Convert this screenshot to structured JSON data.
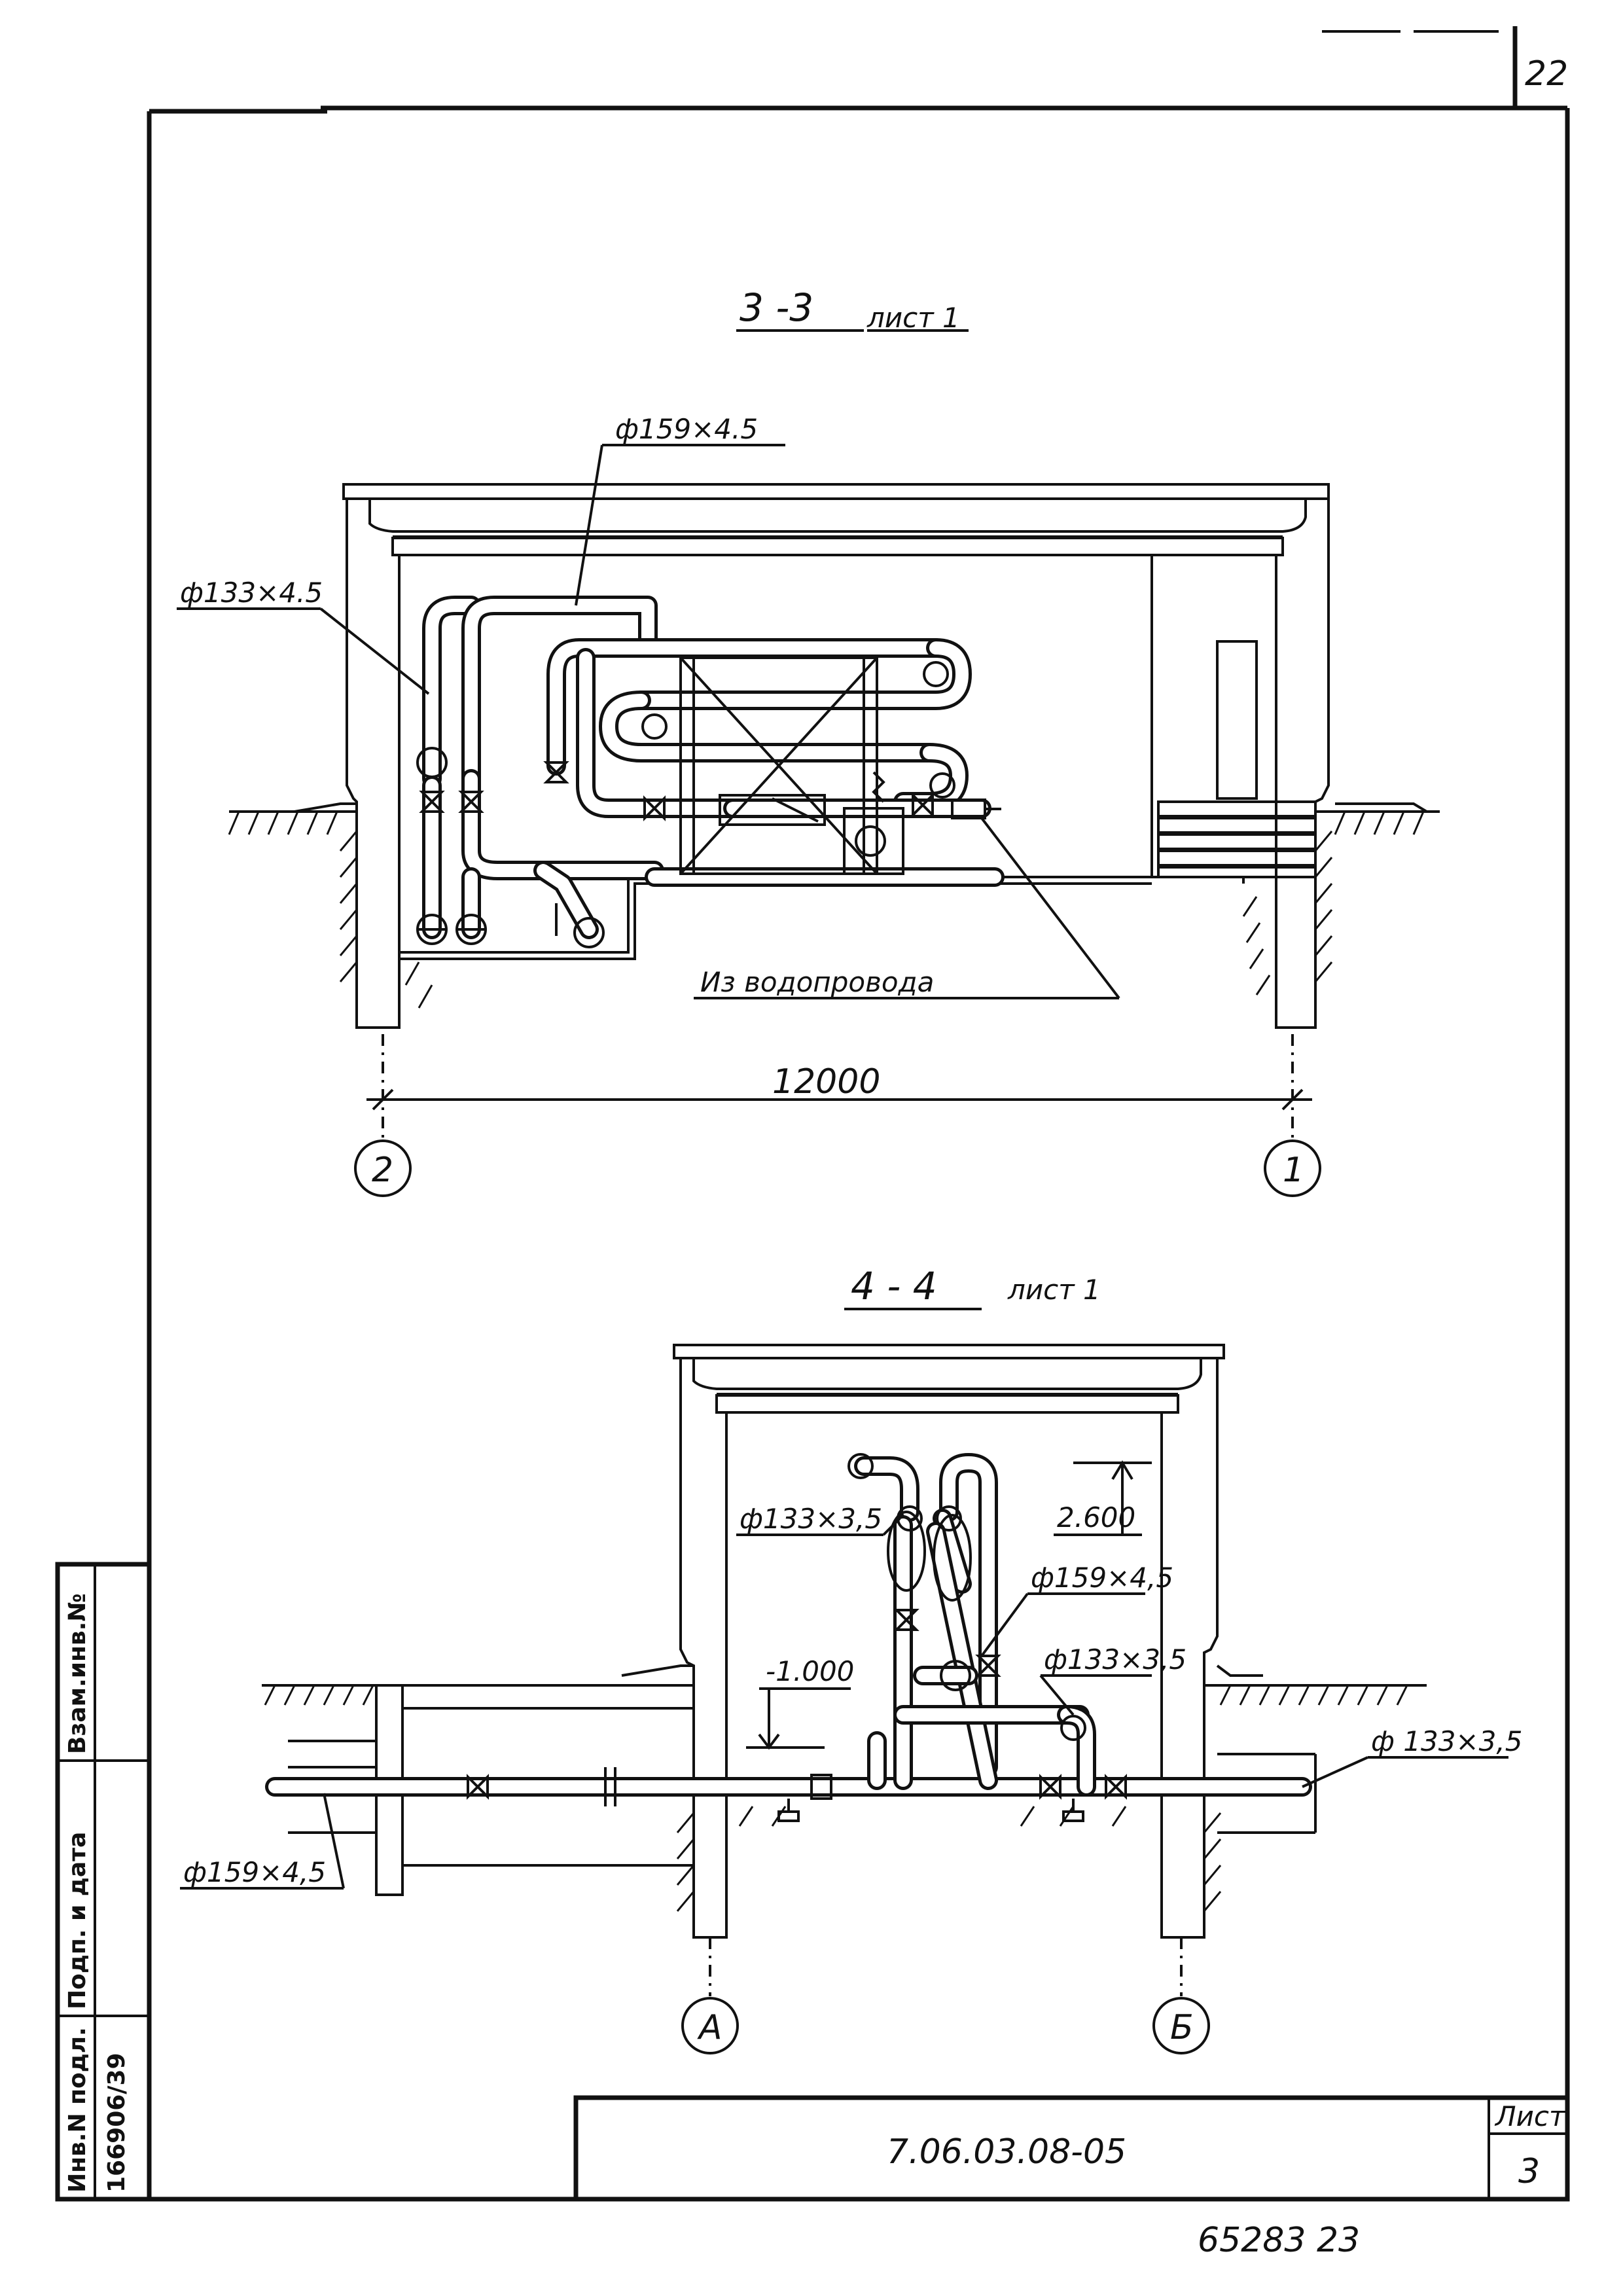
{
  "sheet_number_top": "22",
  "section_3_3": {
    "title": "3 -3",
    "ref": "лист 1",
    "labels": {
      "pipe_159": "ф159×4.5",
      "pipe_133": "ф133×4.5",
      "from_water": "Из водопровода",
      "dimension": "12000",
      "axis_left": "2",
      "axis_right": "1"
    }
  },
  "section_4_4": {
    "title": "4 - 4",
    "ref": "лист 1",
    "labels": {
      "pipe_133_top": "ф133×3,5",
      "level_top": "2.600",
      "pipe_159_right": "ф159×4,5",
      "pipe_133_mid": "ф133×3,5",
      "level_neg": "-1.000",
      "pipe_133_right": "ф 133×3,5",
      "pipe_159_left": "ф159×4,5",
      "axis_left": "А",
      "axis_right": "Б"
    }
  },
  "side_stamp": {
    "col1_top": "Взам.инв.№",
    "col1_mid": "Подп. и дата",
    "col1_bot": "Инв.N подл.",
    "col2_bot": "166906/39"
  },
  "title_block": {
    "code": "7.06.03.08-05",
    "sheet_label": "Лист",
    "sheet_number": "3"
  },
  "bottom_note": "65283  23"
}
